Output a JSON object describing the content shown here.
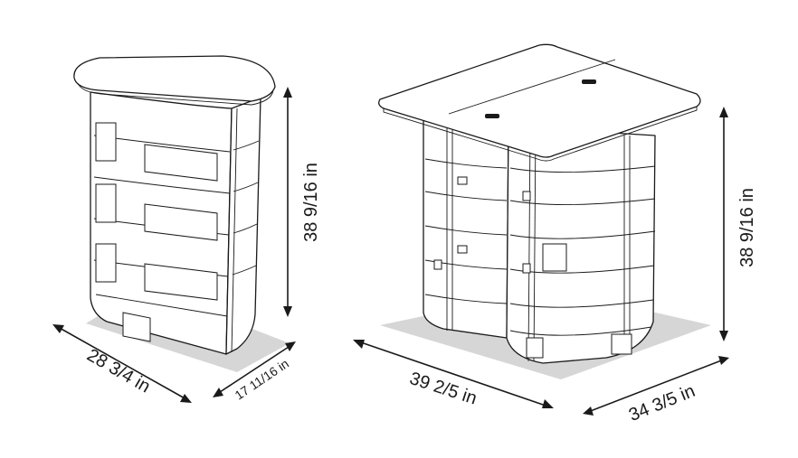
{
  "folded": {
    "width_label": "28 3/4 in",
    "depth_label": "17 11/16 in",
    "height_label": "38 9/16 in"
  },
  "expanded": {
    "width_label": "39 2/5 in",
    "depth_label": "34 3/5 in",
    "height_label": "38 9/16 in"
  },
  "colors": {
    "shadow": "#d6d6d6",
    "line": "#1a1a1a",
    "background": "#ffffff"
  }
}
